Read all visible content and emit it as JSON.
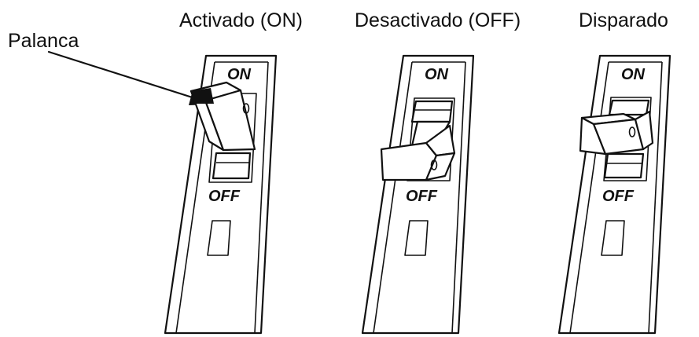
{
  "captions": {
    "on_state": "Activado (ON)",
    "off_state": "Desactivado (OFF)",
    "tripped_state": "Disparado",
    "lever": "Palanca"
  },
  "breakers": [
    {
      "state": "on",
      "top_label": "ON",
      "bottom_label": "OFF"
    },
    {
      "state": "off",
      "top_label": "ON",
      "bottom_label": "OFF"
    },
    {
      "state": "tripped",
      "top_label": "ON",
      "bottom_label": "OFF"
    }
  ],
  "colors": {
    "ink": "#111111",
    "background": "#ffffff"
  }
}
